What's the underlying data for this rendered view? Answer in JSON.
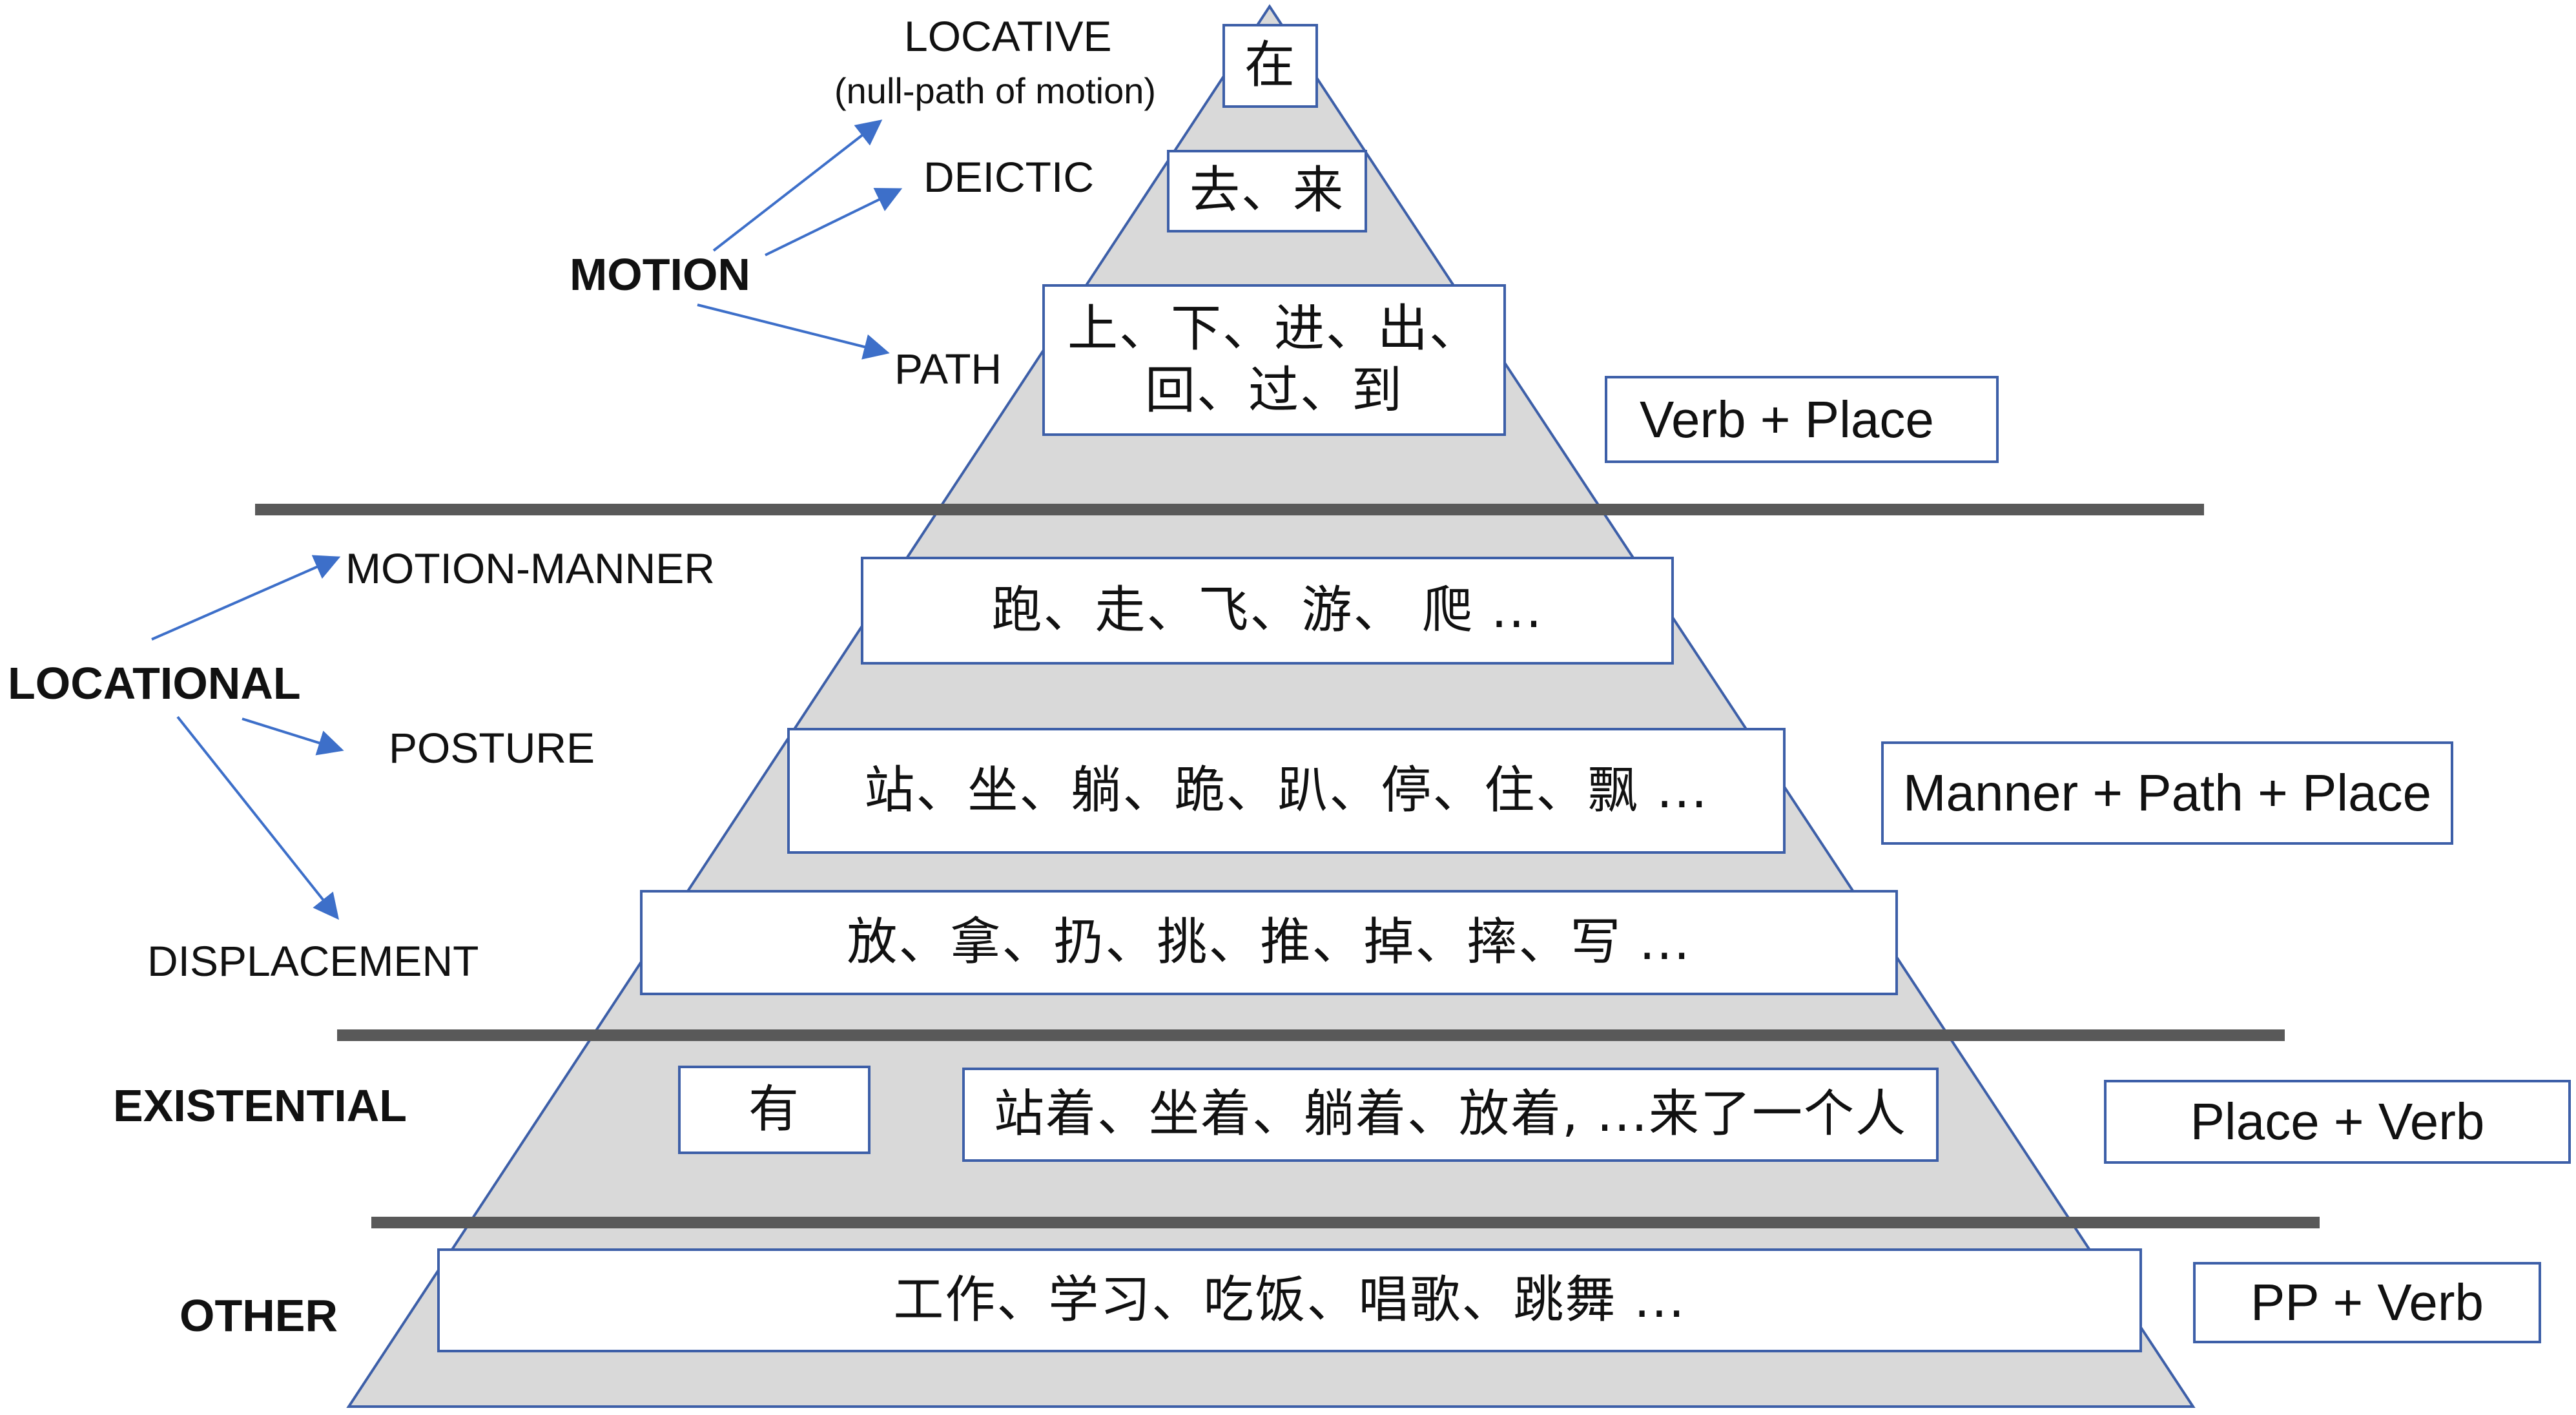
{
  "categories": {
    "motion": "MOTION",
    "locational": "LOCATIONAL",
    "existential": "EXISTENTIAL",
    "other": "OTHER"
  },
  "motion_types": {
    "locative": "LOCATIVE",
    "locative_note": "(null-path of motion)",
    "deictic": "DEICTIC",
    "path": "PATH"
  },
  "locational_types": {
    "motion_manner": "MOTION-MANNER",
    "posture": "POSTURE",
    "displacement": "DISPLACEMENT"
  },
  "pyramid_boxes": {
    "locative": "在",
    "deictic": "去、来",
    "path": "上、下、进、出、\n回、过、到",
    "motion_manner": "跑、走、飞、游、 爬 ...",
    "posture": "站、坐、躺、跪、趴、停、住、飘 ...",
    "displacement": "放、拿、扔、挑、推、掉、摔、写 ...",
    "existential_you": "有",
    "existential_verbs": "站着、坐着、躺着、放着, ...来了一个人",
    "other": "工作、学习、吃饭、唱歌、跳舞 ..."
  },
  "patterns": {
    "verb_place": "Verb + Place",
    "manner_path_place": "Manner + Path + Place",
    "place_verb": "Place + Verb",
    "pp_verb": "PP + Verb"
  },
  "colors": {
    "pyramid_fill": "#d9d9d9",
    "pyramid_stroke": "#3d5fa8",
    "divider": "#595959",
    "arrow": "#3d6fc9"
  }
}
